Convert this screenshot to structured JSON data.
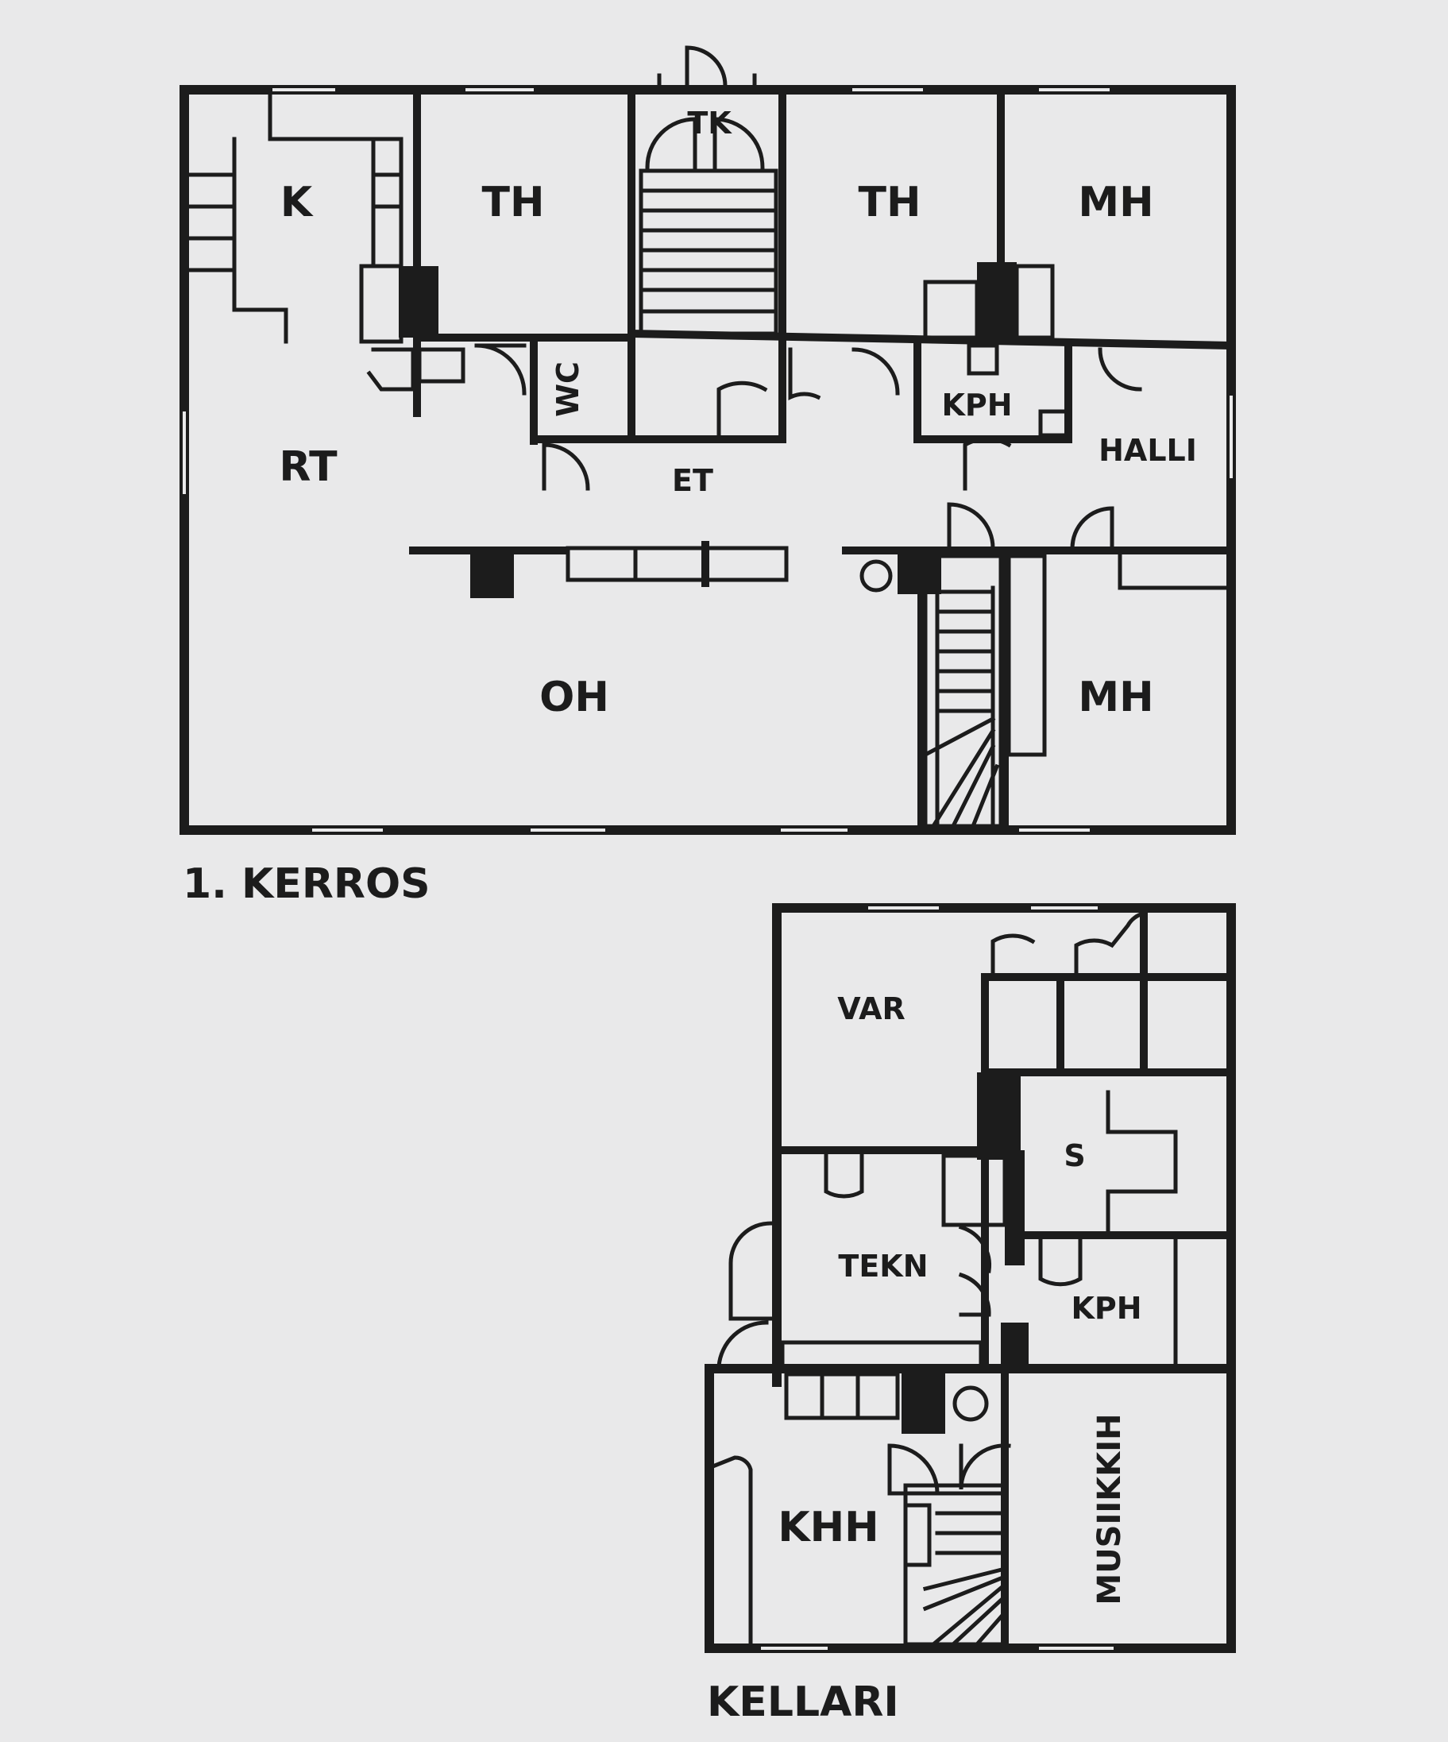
{
  "colors": {
    "background": "#e9e9ea",
    "ink": "#1c1c1c"
  },
  "floor1": {
    "caption": "1. KERROS",
    "rooms": {
      "k": "K",
      "th_left": "TH",
      "tk": "TK",
      "th_right": "TH",
      "mh_top": "MH",
      "wc": "WC",
      "kph": "KPH",
      "halli": "HALLI",
      "rt": "RT",
      "et": "ET",
      "oh": "OH",
      "mh_bottom": "MH"
    }
  },
  "basement": {
    "caption": "KELLARI",
    "rooms": {
      "var": "VAR",
      "s": "S",
      "tekn": "TEKN",
      "kph": "KPH",
      "khh": "KHH",
      "musiikkih": "MUSIIKKIH"
    }
  }
}
